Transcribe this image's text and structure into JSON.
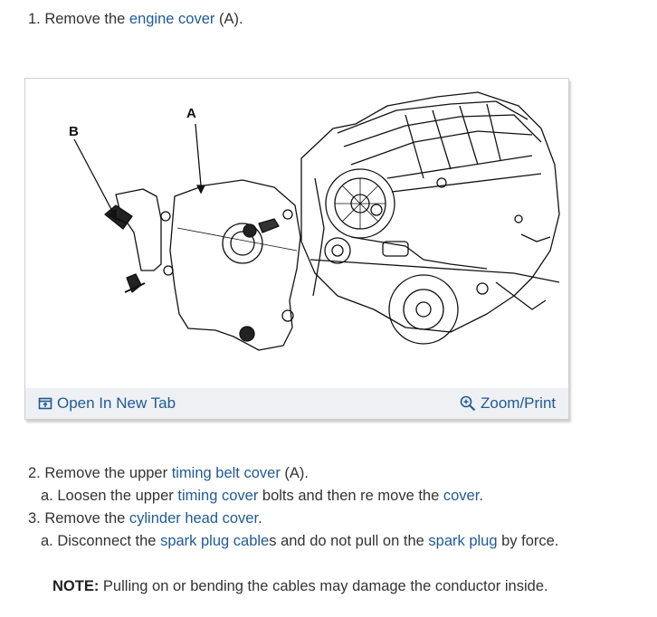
{
  "step1": {
    "prefix": "1. Remove the ",
    "link": "engine cover",
    "suffix": " (A)."
  },
  "figure": {
    "label_a": "A",
    "label_b": "B",
    "open_tab": "Open In New Tab",
    "zoom_print": "Zoom/Print",
    "open_tab_icon": "new-tab-icon",
    "zoom_icon": "zoom-icon"
  },
  "step2": {
    "prefix": "2. Remove the upper ",
    "link": "timing belt cover",
    "suffix": " (A)."
  },
  "step2a": {
    "prefix": "a. Loosen the upper ",
    "link1": "timing cover",
    "middle": " bolts and then re move the ",
    "link2": "cover",
    "suffix": "."
  },
  "step3": {
    "prefix": "3. Remove the ",
    "link": "cylinder head cover",
    "suffix": "."
  },
  "step3a": {
    "prefix": "a. Disconnect the ",
    "link1": "spark plug cable",
    "middle": "s and do not pull on the ",
    "link2": "spark plug",
    "suffix": " by force."
  },
  "note": {
    "label": "NOTE:",
    "text": " Pulling on or bending the cables may damage the conductor inside."
  },
  "colors": {
    "link": "#1f5a97",
    "text": "#333333",
    "bar": "#eef0f3"
  }
}
